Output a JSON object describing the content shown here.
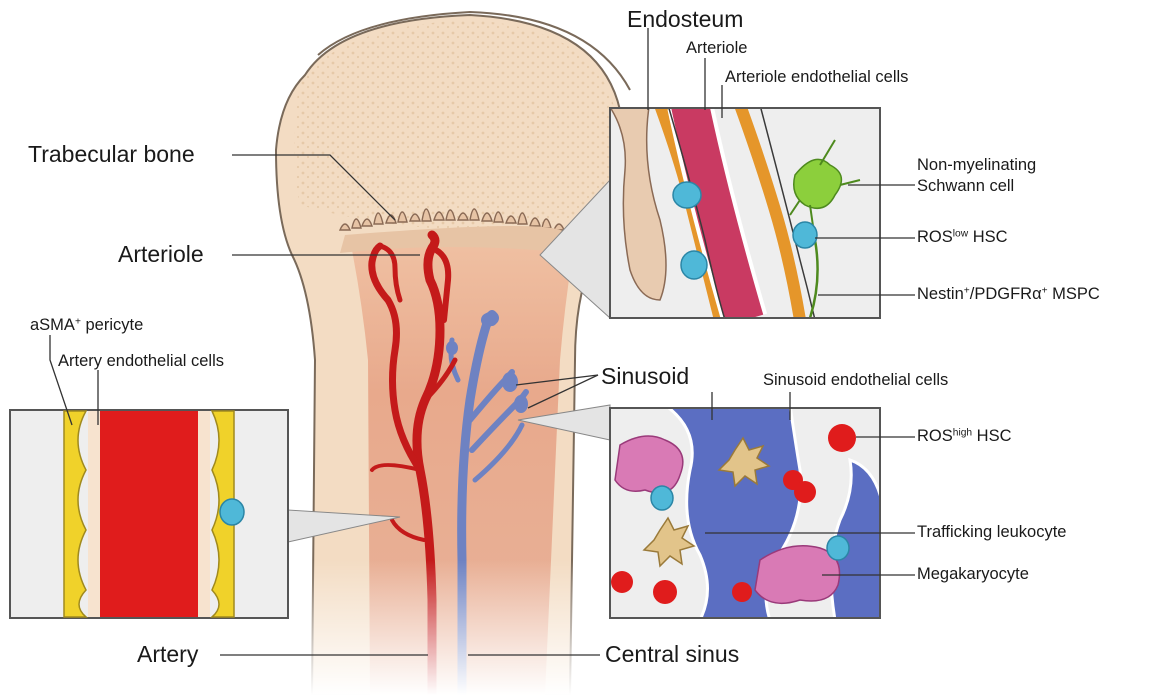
{
  "labels": {
    "trabecular_bone": "Trabecular bone",
    "arteriole_main": "Arteriole",
    "asma": {
      "base": "aSMA",
      "sup": "+",
      "rest": " pericyte"
    },
    "artery_endothelial": "Artery endothelial cells",
    "artery": "Artery",
    "central_sinus": "Central sinus",
    "sinusoid": "Sinusoid",
    "endosteum": "Endosteum",
    "arteriole_inset": "Arteriole",
    "arteriole_endothelial": "Arteriole endothelial cells",
    "schwann_line1": "Non-myelinating",
    "schwann_line2": "Schwann cell",
    "ros_low": {
      "base": "ROS",
      "sup": "low",
      "rest": " HSC"
    },
    "nestin": {
      "base": "Nestin",
      "sup1": "+",
      "mid": "/PDGFRα",
      "sup2": "+",
      "rest": " MSPC"
    },
    "sinusoid_endothelial": "Sinusoid endothelial cells",
    "ros_high": {
      "base": "ROS",
      "sup": "high",
      "rest": " HSC"
    },
    "trafficking": "Trafficking leukocyte",
    "megakaryocyte": "Megakaryocyte"
  },
  "colors": {
    "bone": "#f3dcc3",
    "marrow": "#e8ab8f",
    "artery": "#c41a1a",
    "sinus": "#6e82c2",
    "pericyte": "#f0d22a",
    "hsc": "#4fb8d8",
    "schwann": "#8ccf3c",
    "megakaryocyte": "#d97ab5",
    "leukocyte": "#e2c48a",
    "rbc": "#e01c1c"
  }
}
